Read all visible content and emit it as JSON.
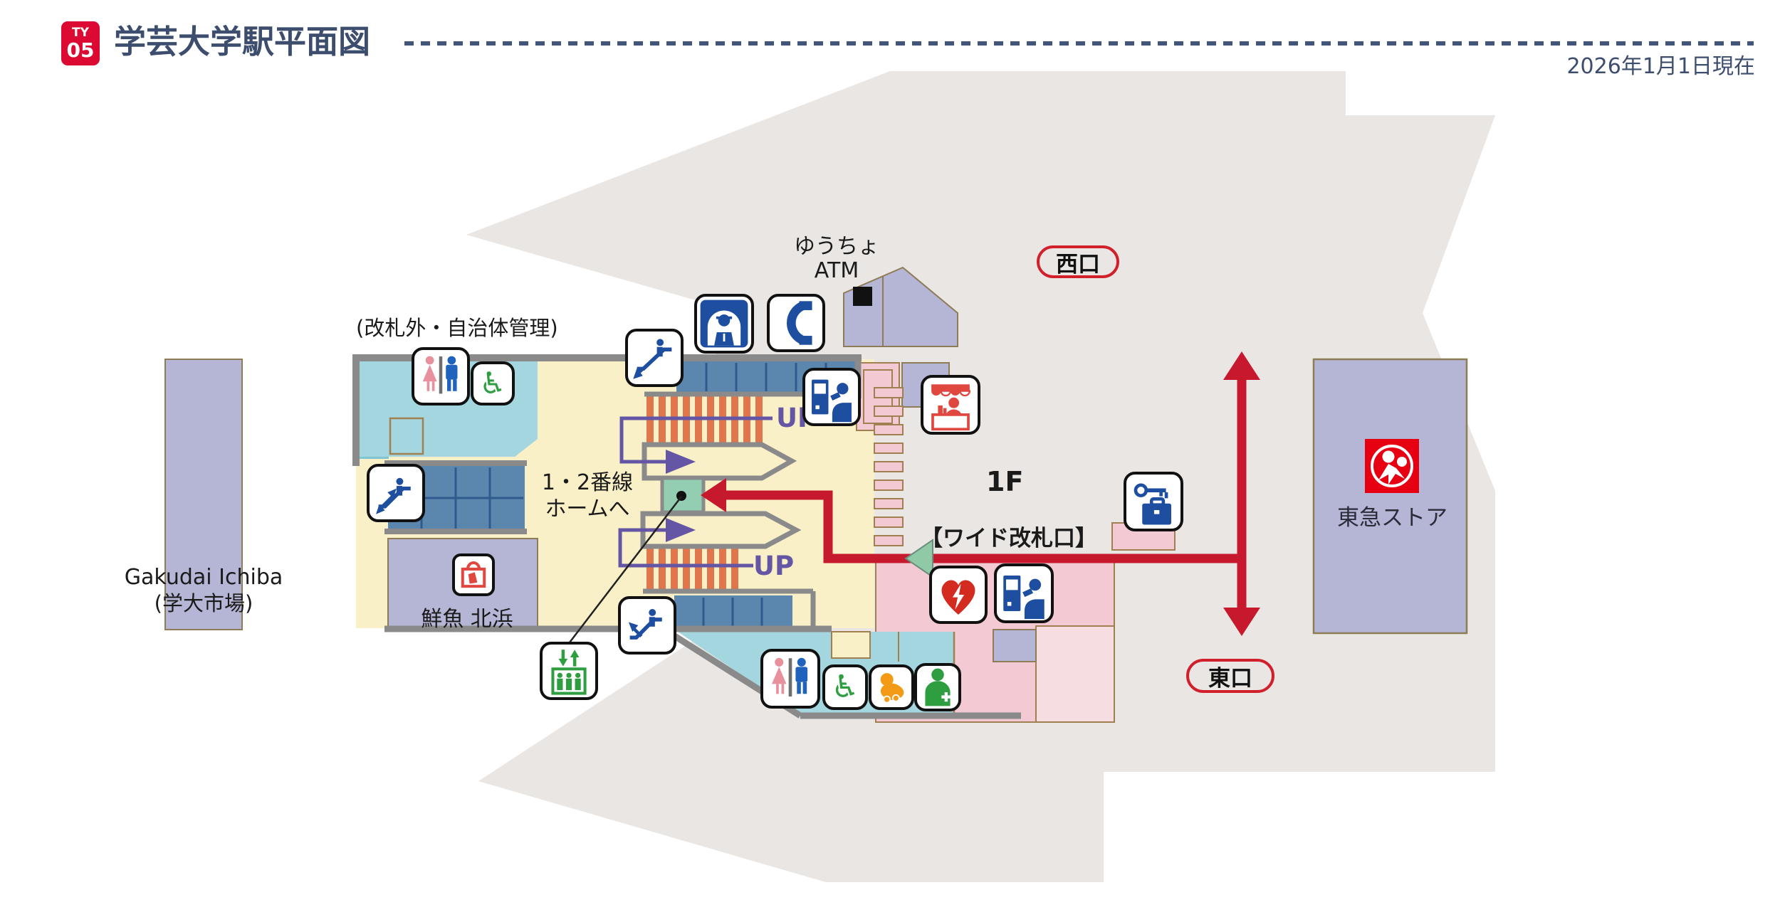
{
  "header": {
    "line_code": "TY",
    "station_number": "05",
    "title": "学芸大学駅平面図",
    "as_of": "2026年1月1日現在"
  },
  "map": {
    "floor": "1F",
    "exits": {
      "west": "西口",
      "east": "東口"
    },
    "labels": {
      "outside_gate": "(改札外・自治体管理)",
      "yucho_line1": "ゆうちょ",
      "yucho_line2": "ATM",
      "platform_line1": "1・2番線",
      "platform_line2": "ホームへ",
      "wide_gate": "【ワイド改札口】",
      "up": "UP",
      "fish_shop": "鮮魚 北浜",
      "tokyu_store": "東急ストア",
      "market_en": "Gakudai Ichiba",
      "market_jp": "(学大市場)"
    },
    "icon_glyphs": {
      "wheelchair": "♿"
    },
    "icons": [
      "escalator-down",
      "station-staff",
      "public-phone",
      "yucho-atm",
      "ticket-machines",
      "kiosk",
      "coin-lockers",
      "aed",
      "restroom",
      "accessible-restroom",
      "baby-changing",
      "multipurpose-restroom",
      "elevator",
      "escalator-up-down",
      "escalator-up",
      "fish-shop-bag",
      "tokyu-store-logo"
    ],
    "colors": {
      "line_badge": "#dc0a32",
      "route_red": "#c6192e",
      "route_purple": "#6456a4",
      "concourse": "#faf0c8",
      "restroom_area": "#a3d6df",
      "shops": "#b5b6d6",
      "station_office": "#f3c9d3",
      "stairs": "#e0764b",
      "escalator_band": "#5b87ae",
      "elevator_square": "#93cdb2",
      "street": "#e9e6e3"
    }
  }
}
